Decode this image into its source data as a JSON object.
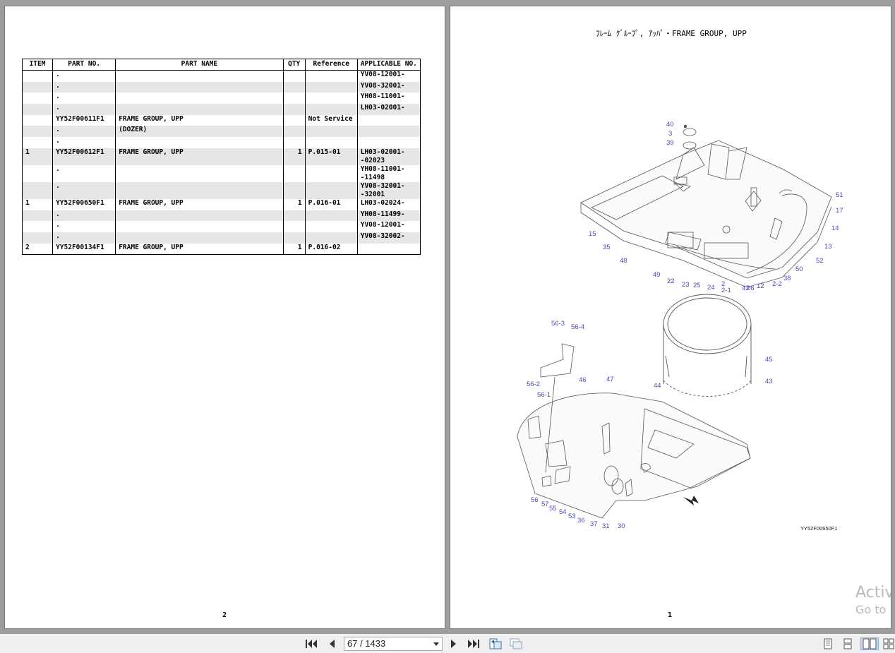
{
  "left_page": {
    "columns": [
      "ITEM",
      "PART NO.",
      "PART NAME",
      "QTY",
      "Reference",
      "APPLICABLE NO."
    ],
    "rows": [
      {
        "item": "",
        "part_no": ".",
        "part_name": "",
        "qty": "",
        "ref": "",
        "applicable": "YV08-12001-"
      },
      {
        "item": "",
        "part_no": ".",
        "part_name": "",
        "qty": "",
        "ref": "",
        "applicable": "YV08-32001-"
      },
      {
        "item": "",
        "part_no": ".",
        "part_name": "",
        "qty": "",
        "ref": "",
        "applicable": "YH08-11001-"
      },
      {
        "item": "",
        "part_no": ".",
        "part_name": "",
        "qty": "",
        "ref": "",
        "applicable": "LH03-02001-"
      },
      {
        "item": "",
        "part_no": "YY52F00611F1",
        "part_name": "FRAME GROUP, UPP",
        "qty": "",
        "ref": "Not Service",
        "applicable": ""
      },
      {
        "item": "",
        "part_no": ".",
        "part_name": "(DOZER)",
        "qty": "",
        "ref": "",
        "applicable": ""
      },
      {
        "item": "",
        "part_no": ".",
        "part_name": "",
        "qty": "",
        "ref": "",
        "applicable": ""
      },
      {
        "item": "1",
        "part_no": "YY52F00612F1",
        "part_name": "FRAME GROUP, UPP",
        "qty": "1",
        "ref": "P.015-01",
        "applicable": "LH03-02001--02023"
      },
      {
        "item": "",
        "part_no": ".",
        "part_name": "",
        "qty": "",
        "ref": "",
        "applicable": "YH08-11001--11498"
      },
      {
        "item": "",
        "part_no": ".",
        "part_name": "",
        "qty": "",
        "ref": "",
        "applicable": "YV08-32001--32001"
      },
      {
        "item": "1",
        "part_no": "YY52F00650F1",
        "part_name": "FRAME GROUP, UPP",
        "qty": "1",
        "ref": "P.016-01",
        "applicable": "LH03-02024-"
      },
      {
        "item": "",
        "part_no": ".",
        "part_name": "",
        "qty": "",
        "ref": "",
        "applicable": "YH08-11499-"
      },
      {
        "item": "",
        "part_no": ".",
        "part_name": "",
        "qty": "",
        "ref": "",
        "applicable": "YV08-12001-"
      },
      {
        "item": "",
        "part_no": ".",
        "part_name": "",
        "qty": "",
        "ref": "",
        "applicable": "YV08-32002-"
      },
      {
        "item": "2",
        "part_no": "YY52F00134F1",
        "part_name": "FRAME GROUP, UPP",
        "qty": "1",
        "ref": "P.016-02",
        "applicable": ""
      }
    ],
    "page_number": "2"
  },
  "right_page": {
    "title": "ﾌﾚｰﾑ ｸﾞﾙｰﾌﾟ, ｱｯﾊﾟ・FRAME GROUP, UPP",
    "drawing_code": "YY52F00650F1",
    "page_number": "1",
    "callouts": [
      "40",
      "3",
      "39",
      "51",
      "17",
      "14",
      "13",
      "52",
      "50",
      "38",
      "2-2",
      "12",
      "42",
      "26",
      "2",
      "2-1",
      "24",
      "25",
      "23",
      "22",
      "49",
      "48",
      "35",
      "15",
      "45",
      "43",
      "44",
      "47",
      "46",
      "56-3",
      "56-4",
      "56-2",
      "56-1",
      "56",
      "57",
      "55",
      "54",
      "53",
      "36",
      "37",
      "31",
      "30"
    ],
    "watermark_line1": "Activ",
    "watermark_line2": "Go to"
  },
  "toolbar": {
    "page_indicator": "67 / 1433",
    "icons": [
      "first-page-icon",
      "prev-page-icon",
      "next-page-icon",
      "last-page-icon",
      "rotate-icon",
      "thumbnail-icon",
      "single-page-view-icon",
      "continuous-view-icon",
      "two-page-view-icon"
    ]
  }
}
